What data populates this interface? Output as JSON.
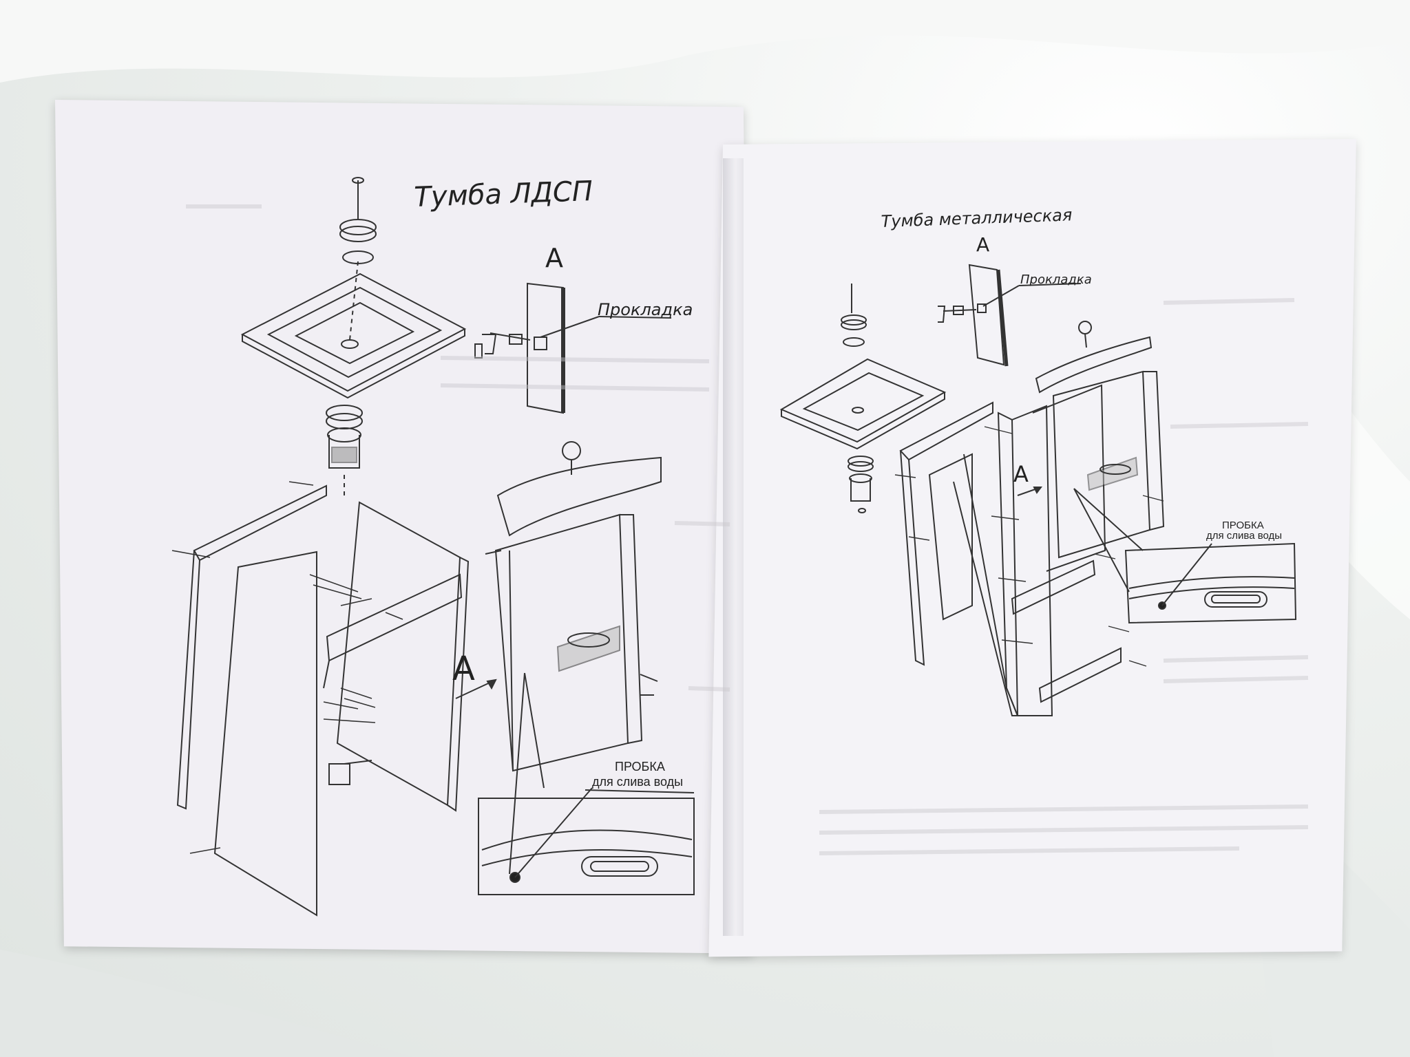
{
  "left": {
    "title": "Тумба ЛДСП",
    "detail_letter": "А",
    "gasket_label": "Прокладка",
    "arrow_letter": "А",
    "plug_title": "ПРОБКА",
    "plug_subtitle": "для слива воды"
  },
  "right": {
    "title": "Тумба металлическая",
    "detail_letter": "А",
    "gasket_label": "Прокладка",
    "arrow_letter": "А",
    "plug_title": "ПРОБКА",
    "plug_subtitle": "для слива воды"
  }
}
